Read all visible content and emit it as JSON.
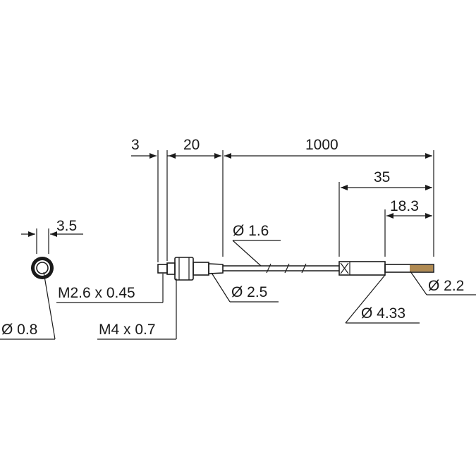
{
  "dimensions": {
    "len_3": "3",
    "len_20": "20",
    "len_1000": "1000",
    "len_35": "35",
    "len_18_3": "18.3",
    "len_3_5": "3.5"
  },
  "callouts": {
    "dia_1_6": "Ø 1.6",
    "dia_2_5": "Ø 2.5",
    "dia_2_2": "Ø 2.2",
    "dia_4_33": "Ø 4.33",
    "dia_0_8": "Ø 0.8",
    "thread_m2_6": "M2.6 x 0.45",
    "thread_m4": "M4 x 0.7"
  },
  "colors": {
    "line": "#1a1a1a",
    "hatch": "#7a5a2a"
  }
}
